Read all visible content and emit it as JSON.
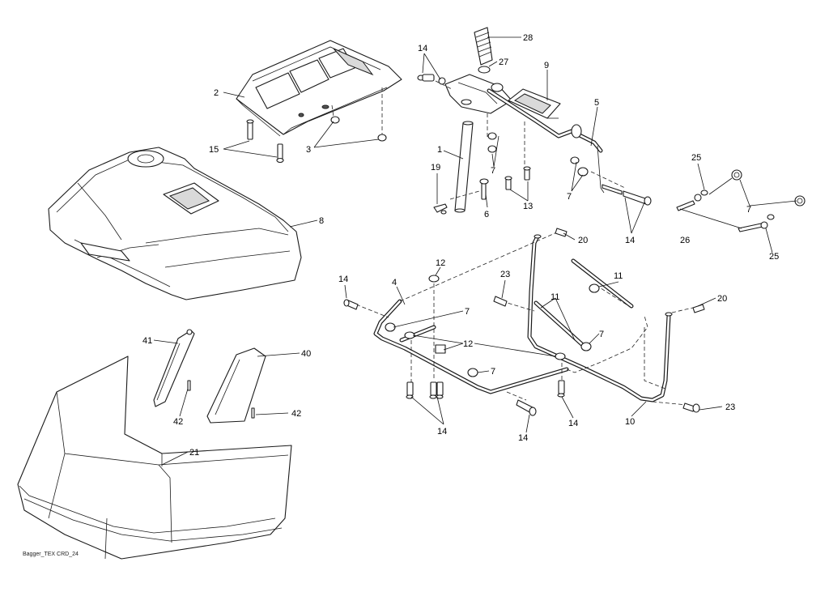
{
  "diagram": {
    "reference": "Bagger_TEX CRD_24",
    "callouts": [
      {
        "id": "c28",
        "text": "28"
      },
      {
        "id": "c27",
        "text": "27"
      },
      {
        "id": "c14a",
        "text": "14"
      },
      {
        "id": "c9",
        "text": "9"
      },
      {
        "id": "c5",
        "text": "5"
      },
      {
        "id": "c2",
        "text": "2"
      },
      {
        "id": "c15",
        "text": "15"
      },
      {
        "id": "c3",
        "text": "3"
      },
      {
        "id": "c1",
        "text": "1"
      },
      {
        "id": "c7a",
        "text": "7"
      },
      {
        "id": "c19",
        "text": "19"
      },
      {
        "id": "c6",
        "text": "6"
      },
      {
        "id": "c13",
        "text": "13"
      },
      {
        "id": "c7b",
        "text": "7"
      },
      {
        "id": "c14b",
        "text": "14"
      },
      {
        "id": "c25a",
        "text": "25"
      },
      {
        "id": "c7c",
        "text": "7"
      },
      {
        "id": "c26",
        "text": "26"
      },
      {
        "id": "c25b",
        "text": "25"
      },
      {
        "id": "c8",
        "text": "8"
      },
      {
        "id": "c20a",
        "text": "20"
      },
      {
        "id": "c12a",
        "text": "12"
      },
      {
        "id": "c14c",
        "text": "14"
      },
      {
        "id": "c4",
        "text": "4"
      },
      {
        "id": "c23a",
        "text": "23"
      },
      {
        "id": "c11a",
        "text": "11"
      },
      {
        "id": "c11b",
        "text": "11"
      },
      {
        "id": "c20b",
        "text": "20"
      },
      {
        "id": "c7d",
        "text": "7"
      },
      {
        "id": "c7e",
        "text": "7"
      },
      {
        "id": "c41",
        "text": "41"
      },
      {
        "id": "c40",
        "text": "40"
      },
      {
        "id": "c12b",
        "text": "12"
      },
      {
        "id": "c7f",
        "text": "7"
      },
      {
        "id": "c42a",
        "text": "42"
      },
      {
        "id": "c42b",
        "text": "42"
      },
      {
        "id": "c14d",
        "text": "14"
      },
      {
        "id": "c14e",
        "text": "14"
      },
      {
        "id": "c14f",
        "text": "14"
      },
      {
        "id": "c10",
        "text": "10"
      },
      {
        "id": "c23b",
        "text": "23"
      },
      {
        "id": "c21",
        "text": "21"
      }
    ]
  }
}
